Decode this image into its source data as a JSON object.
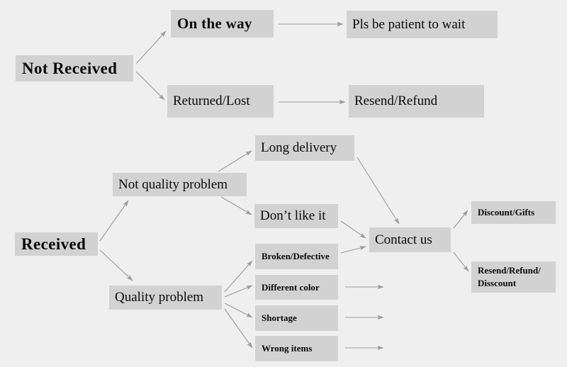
{
  "diagram": {
    "title": "Order issue resolution flowchart",
    "background_color": "#efeff0",
    "node_color": "#d2d2d2",
    "text_color": "#0a0a0a",
    "edge_color": "#9b9b9b",
    "nodes": {
      "not_received": "Not Received",
      "on_the_way": "On the way",
      "pls_be_patient": "Pls be patient to wait",
      "returned_lost": "Returned/Lost",
      "resend_refund": "Resend/Refund",
      "received": "Received",
      "not_quality_problem": "Not quality problem",
      "long_delivery": "Long delivery",
      "dont_like_it": "Don’t like it",
      "quality_problem": "Quality problem",
      "broken_defective": "Broken/Defective",
      "different_color": "Different color",
      "shortage": "Shortage",
      "wrong_items": "Wrong items",
      "contact_us": "Contact us",
      "discount_gifts": "Discount/Gifts",
      "resend_refund_disscount": "Resend/Refund/\nDisscount"
    }
  }
}
